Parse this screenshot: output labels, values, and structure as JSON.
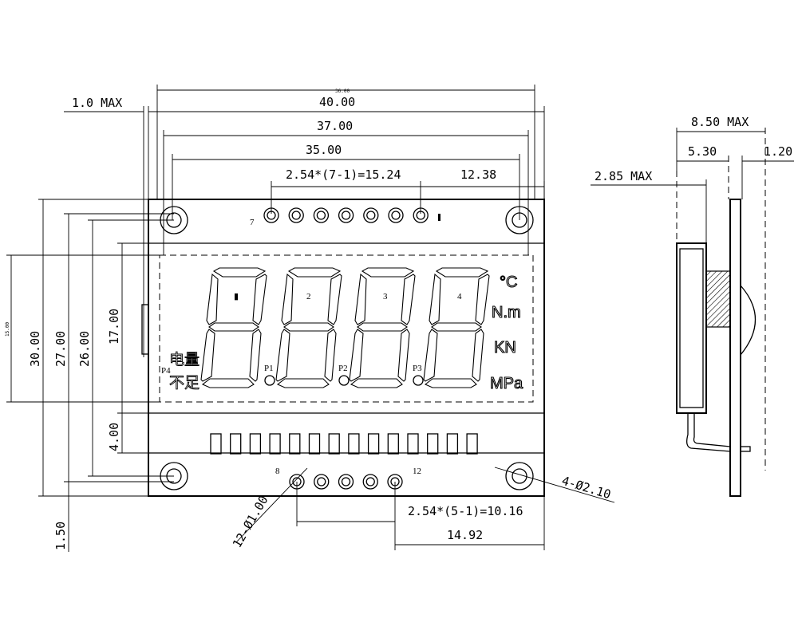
{
  "front_view": {
    "top_dims": {
      "d36": "36.00",
      "d40": "40.00",
      "d37": "37.00",
      "d35": "35.00",
      "pitch_top": "2.54*(7-1)=15.24",
      "d1238": "12.38",
      "max1": "1.0 MAX"
    },
    "left_dims": {
      "d30": "30.00",
      "d27": "27.00",
      "d26": "26.00",
      "d17": "17.00",
      "d4": "4.00",
      "d15": "15.00",
      "d15b": "1.50"
    },
    "bottom_dims": {
      "pitch_bottom": "2.54*(5-1)=10.16",
      "d1492": "14.92",
      "holes_small": "12-Ø1.00",
      "holes_big": "4-Ø2.10"
    },
    "pin_labels": {
      "p7": "7",
      "p1": "1",
      "p8": "8",
      "p12": "12"
    },
    "digit_labels": [
      "1",
      "2",
      "3",
      "4"
    ],
    "dp_labels": [
      "P1",
      "P2",
      "P3"
    ],
    "p4_label": "P4",
    "units": [
      "°C",
      "N.m",
      "KN",
      "MPa"
    ],
    "battery_top": "电量",
    "battery_bottom": "不足"
  },
  "side_view": {
    "d850": "8.50 MAX",
    "d530": "5.30",
    "d120": "1.20",
    "d285": "2.85 MAX"
  }
}
